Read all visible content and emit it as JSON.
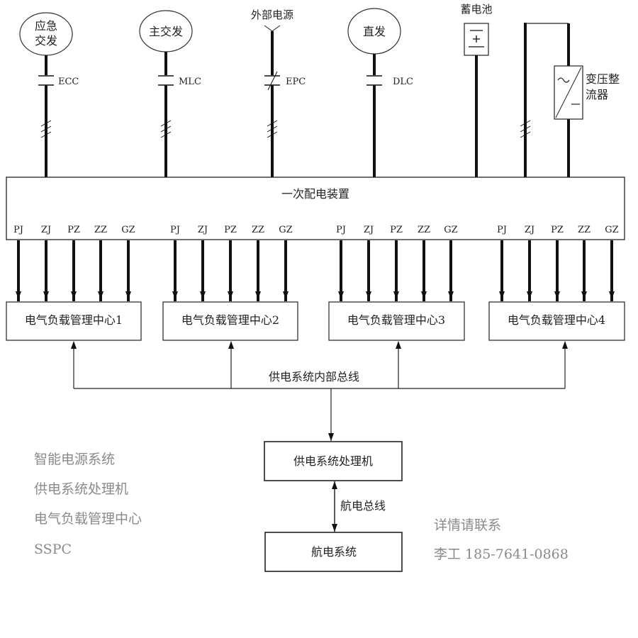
{
  "sources": {
    "emergency_gen": {
      "label_line1": "应急",
      "label_line2": "交发",
      "contactor": "ECC"
    },
    "main_gen": {
      "label": "主交发",
      "contactor": "MLC"
    },
    "external_power": {
      "label": "外部电源",
      "contactor": "EPC"
    },
    "dc_gen": {
      "label": "直发",
      "contactor": "DLC"
    },
    "battery": {
      "label": "蓄电池"
    },
    "tru": {
      "label_line1": "变压整",
      "label_line2": "流器"
    }
  },
  "primary_distribution": {
    "label": "一次配电装置"
  },
  "feeder_labels": [
    "PJ",
    "ZJ",
    "PZ",
    "ZZ",
    "GZ"
  ],
  "load_centers": [
    {
      "label": "电气负载管理中心1"
    },
    {
      "label": "电气负载管理中心2"
    },
    {
      "label": "电气负载管理中心3"
    },
    {
      "label": "电气负载管理中心4"
    }
  ],
  "internal_bus": {
    "label": "供电系统内部总线"
  },
  "processor": {
    "label": "供电系统处理机"
  },
  "avionics_bus": {
    "label": "航电总线"
  },
  "avionics": {
    "label": "航电系统"
  },
  "side_notes": [
    "智能电源系统",
    "供电系统处理机",
    "电气负载管理中心",
    "SSPC"
  ],
  "contact": {
    "line1": "详情请联系",
    "line2": "李工 185-7641-0868"
  }
}
